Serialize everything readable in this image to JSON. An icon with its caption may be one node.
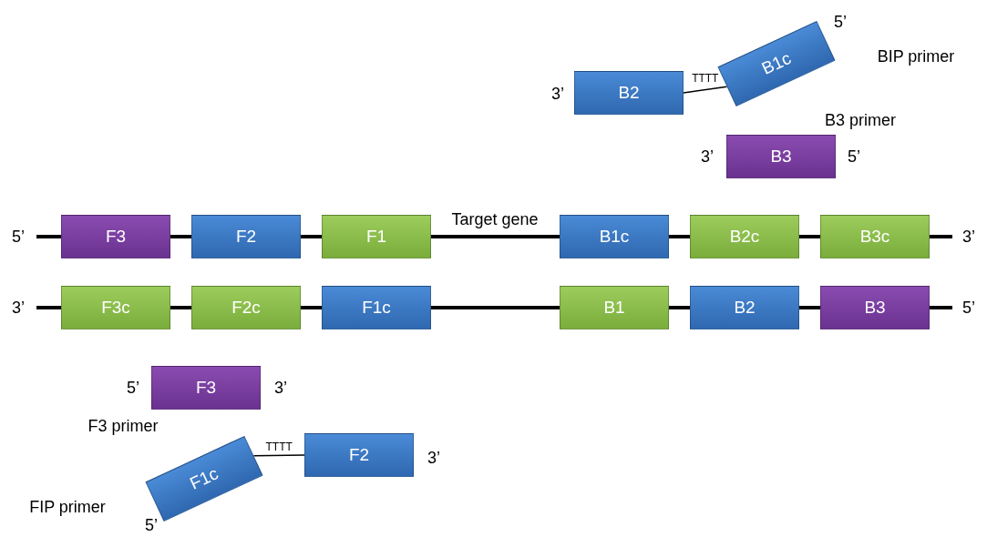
{
  "diagram": {
    "nodes": [
      {
        "text": [
          "B2"
        ]
      },
      {
        "text": [
          "B1c"
        ]
      },
      {
        "text": [
          "B3"
        ]
      },
      {
        "text": [
          "F3"
        ]
      },
      {
        "text": [
          "F2"
        ]
      },
      {
        "text": [
          "F1"
        ]
      },
      {
        "text": [
          "B1c"
        ]
      },
      {
        "text": [
          "B2c"
        ]
      },
      {
        "text": [
          "B3c"
        ]
      },
      {
        "text": [
          "F3c"
        ]
      },
      {
        "text": [
          "F2c"
        ]
      },
      {
        "text": [
          "F1c"
        ]
      },
      {
        "text": [
          "B1"
        ]
      },
      {
        "text": [
          "B2"
        ]
      },
      {
        "text": [
          "B3"
        ]
      },
      {
        "text": [
          "F3"
        ]
      },
      {
        "text": [
          "F2"
        ]
      },
      {
        "text": [
          "F1c"
        ]
      }
    ],
    "edges": [
      {
        "from": 0,
        "to": 1,
        "arrow": "none",
        "label": "TTTT"
      },
      {
        "from": 17,
        "to": 16,
        "arrow": "none",
        "label": "TTTT"
      }
    ],
    "labels": [
      "5’",
      "BIP primer",
      "3’",
      "B3 primer",
      "3’",
      "5’",
      "Target gene",
      "5’",
      "3’",
      "3’",
      "5’",
      "5’",
      "3’",
      "F3 primer",
      "3’",
      "FIP primer",
      "5’"
    ]
  }
}
